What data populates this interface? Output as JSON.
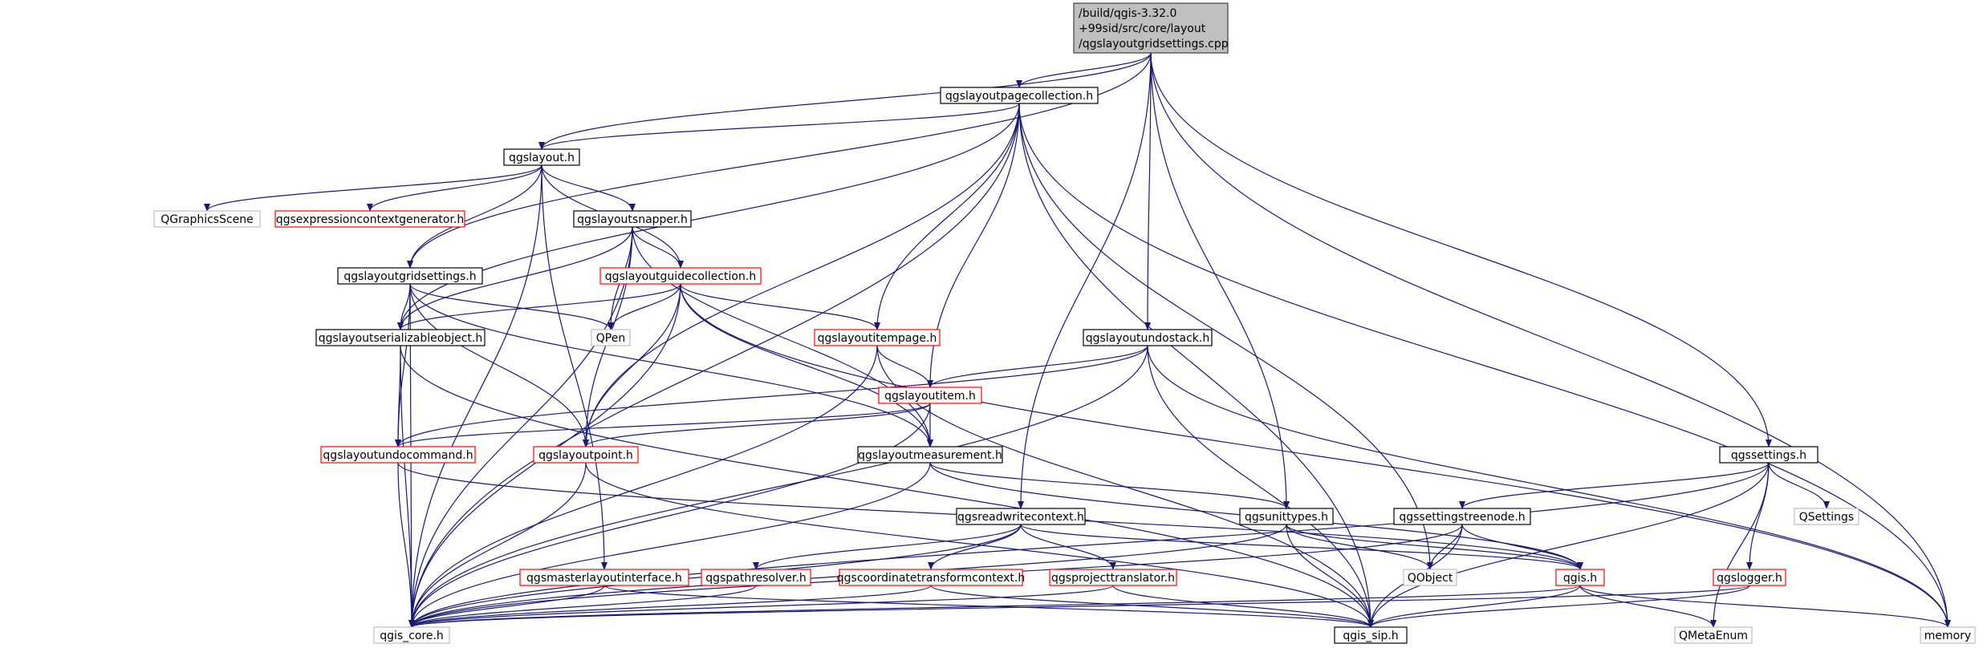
{
  "diagram": {
    "title_lines": [
      "/build/qgis-3.32.0",
      "+99sid/src/core/layout",
      "/qgslayoutgridsettings.cpp"
    ],
    "colors": {
      "edge": "#191970",
      "root_fill": "#bfbfbf",
      "root_border": "#404040",
      "documented_border": "#000000",
      "undocumented_border": "#ff0000",
      "external_border": "#bfbfbf",
      "node_fill": "#ffffff"
    },
    "nodes": [
      {
        "id": "root",
        "label": "/build/qgis-3.32.0\n+99sid/src/core/layout\n/qgslayoutgridsettings.cpp",
        "kind": "root"
      },
      {
        "id": "pagecollection",
        "label": "qgslayoutpagecollection.h",
        "kind": "documented"
      },
      {
        "id": "layout",
        "label": "qgslayout.h",
        "kind": "documented"
      },
      {
        "id": "graphicsscene",
        "label": "QGraphicsScene",
        "kind": "external"
      },
      {
        "id": "exprctxgen",
        "label": "qgsexpressioncontextgenerator.h",
        "kind": "undocumented"
      },
      {
        "id": "snapper",
        "label": "qgslayoutsnapper.h",
        "kind": "documented"
      },
      {
        "id": "gridsettings",
        "label": "qgslayoutgridsettings.h",
        "kind": "documented"
      },
      {
        "id": "guidecollection",
        "label": "qgslayoutguidecollection.h",
        "kind": "undocumented"
      },
      {
        "id": "qpen",
        "label": "QPen",
        "kind": "external"
      },
      {
        "id": "serializable",
        "label": "qgslayoutserializableobject.h",
        "kind": "documented"
      },
      {
        "id": "itempage",
        "label": "qgslayoutitempage.h",
        "kind": "undocumented"
      },
      {
        "id": "undostack",
        "label": "qgslayoutundostack.h",
        "kind": "documented"
      },
      {
        "id": "item",
        "label": "qgslayoutitem.h",
        "kind": "undocumented"
      },
      {
        "id": "undocommand",
        "label": "qgslayoutundocommand.h",
        "kind": "undocumented"
      },
      {
        "id": "point",
        "label": "qgslayoutpoint.h",
        "kind": "undocumented"
      },
      {
        "id": "measurement",
        "label": "qgslayoutmeasurement.h",
        "kind": "documented"
      },
      {
        "id": "settings",
        "label": "qgssettings.h",
        "kind": "documented"
      },
      {
        "id": "qsettings",
        "label": "QSettings",
        "kind": "external"
      },
      {
        "id": "readwrite",
        "label": "qgsreadwritecontext.h",
        "kind": "documented"
      },
      {
        "id": "unittypes",
        "label": "qgsunittypes.h",
        "kind": "documented"
      },
      {
        "id": "treenode",
        "label": "qgssettingstreenode.h",
        "kind": "documented"
      },
      {
        "id": "qobject",
        "label": "QObject",
        "kind": "external"
      },
      {
        "id": "qgis",
        "label": "qgis.h",
        "kind": "undocumented"
      },
      {
        "id": "masterlayout",
        "label": "qgsmasterlayoutinterface.h",
        "kind": "undocumented"
      },
      {
        "id": "pathresolver",
        "label": "qgspathresolver.h",
        "kind": "undocumented"
      },
      {
        "id": "coordtransform",
        "label": "qgscoordinatetransformcontext.h",
        "kind": "undocumented"
      },
      {
        "id": "projtranslator",
        "label": "qgsprojecttranslator.h",
        "kind": "undocumented"
      },
      {
        "id": "logger",
        "label": "qgslogger.h",
        "kind": "undocumented"
      },
      {
        "id": "qgiscore",
        "label": "qgis_core.h",
        "kind": "external"
      },
      {
        "id": "qgissip",
        "label": "qgis_sip.h",
        "kind": "documented"
      },
      {
        "id": "qmetaenum",
        "label": "QMetaEnum",
        "kind": "external"
      },
      {
        "id": "memory",
        "label": "memory",
        "kind": "external"
      }
    ],
    "edges": [
      [
        "root",
        "pagecollection"
      ],
      [
        "root",
        "layout"
      ],
      [
        "root",
        "gridsettings"
      ],
      [
        "root",
        "undostack"
      ],
      [
        "root",
        "readwrite"
      ],
      [
        "root",
        "unittypes"
      ],
      [
        "root",
        "settings"
      ],
      [
        "root",
        "memory"
      ],
      [
        "pagecollection",
        "layout"
      ],
      [
        "pagecollection",
        "serializable"
      ],
      [
        "pagecollection",
        "itempage"
      ],
      [
        "pagecollection",
        "point"
      ],
      [
        "pagecollection",
        "item"
      ],
      [
        "pagecollection",
        "qobject"
      ],
      [
        "pagecollection",
        "qgissip"
      ],
      [
        "pagecollection",
        "memory"
      ],
      [
        "pagecollection",
        "qgiscore"
      ],
      [
        "layout",
        "graphicsscene"
      ],
      [
        "layout",
        "exprctxgen"
      ],
      [
        "layout",
        "snapper"
      ],
      [
        "layout",
        "gridsettings"
      ],
      [
        "layout",
        "guidecollection"
      ],
      [
        "layout",
        "masterlayout"
      ],
      [
        "layout",
        "qgiscore"
      ],
      [
        "snapper",
        "guidecollection"
      ],
      [
        "snapper",
        "serializable"
      ],
      [
        "snapper",
        "qpen"
      ],
      [
        "snapper",
        "point"
      ],
      [
        "snapper",
        "measurement"
      ],
      [
        "snapper",
        "qgiscore"
      ],
      [
        "gridsettings",
        "serializable"
      ],
      [
        "gridsettings",
        "qpen"
      ],
      [
        "gridsettings",
        "undocommand"
      ],
      [
        "gridsettings",
        "point"
      ],
      [
        "gridsettings",
        "measurement"
      ],
      [
        "gridsettings",
        "qgiscore"
      ],
      [
        "guidecollection",
        "serializable"
      ],
      [
        "guidecollection",
        "qpen"
      ],
      [
        "guidecollection",
        "itempage"
      ],
      [
        "guidecollection",
        "point"
      ],
      [
        "guidecollection",
        "measurement"
      ],
      [
        "guidecollection",
        "memory"
      ],
      [
        "guidecollection",
        "qgiscore"
      ],
      [
        "serializable",
        "undocommand"
      ],
      [
        "serializable",
        "qgiscore"
      ],
      [
        "serializable",
        "qgissip"
      ],
      [
        "itempage",
        "item"
      ],
      [
        "itempage",
        "qgiscore"
      ],
      [
        "itempage",
        "qgissip"
      ],
      [
        "undostack",
        "item"
      ],
      [
        "undostack",
        "undocommand"
      ],
      [
        "undostack",
        "qgiscore"
      ],
      [
        "undostack",
        "qgissip"
      ],
      [
        "undostack",
        "memory"
      ],
      [
        "item",
        "undocommand"
      ],
      [
        "item",
        "point"
      ],
      [
        "item",
        "measurement"
      ],
      [
        "item",
        "qgiscore"
      ],
      [
        "undocommand",
        "qgiscore"
      ],
      [
        "undocommand",
        "qgis"
      ],
      [
        "point",
        "qgiscore"
      ],
      [
        "point",
        "qgissip"
      ],
      [
        "measurement",
        "unittypes"
      ],
      [
        "measurement",
        "qgiscore"
      ],
      [
        "measurement",
        "qgis"
      ],
      [
        "settings",
        "treenode"
      ],
      [
        "settings",
        "qsettings"
      ],
      [
        "settings",
        "logger"
      ],
      [
        "settings",
        "qgissip"
      ],
      [
        "settings",
        "qmetaenum"
      ],
      [
        "settings",
        "qgiscore"
      ],
      [
        "readwrite",
        "pathresolver"
      ],
      [
        "readwrite",
        "coordtransform"
      ],
      [
        "readwrite",
        "projtranslator"
      ],
      [
        "readwrite",
        "qgis"
      ],
      [
        "readwrite",
        "qgiscore"
      ],
      [
        "unittypes",
        "qobject"
      ],
      [
        "unittypes",
        "qgis"
      ],
      [
        "unittypes",
        "qgissip"
      ],
      [
        "unittypes",
        "qgiscore"
      ],
      [
        "treenode",
        "qobject"
      ],
      [
        "treenode",
        "qgis"
      ],
      [
        "treenode",
        "qgissip"
      ],
      [
        "treenode",
        "qgiscore"
      ],
      [
        "qgis",
        "qmetaenum"
      ],
      [
        "qgis",
        "memory"
      ],
      [
        "qgis",
        "qgissip"
      ],
      [
        "qgis",
        "qgiscore"
      ],
      [
        "masterlayout",
        "qgiscore"
      ],
      [
        "masterlayout",
        "qgissip"
      ],
      [
        "pathresolver",
        "qgiscore"
      ],
      [
        "coordtransform",
        "qgiscore"
      ],
      [
        "coordtransform",
        "qgissip"
      ],
      [
        "projtranslator",
        "qgiscore"
      ],
      [
        "projtranslator",
        "qgissip"
      ],
      [
        "logger",
        "qgiscore"
      ],
      [
        "logger",
        "qgissip"
      ]
    ]
  }
}
